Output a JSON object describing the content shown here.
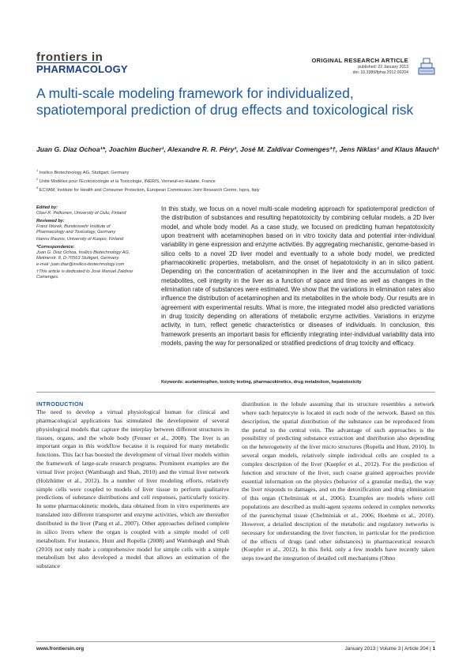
{
  "journal": {
    "logo_top": "frontiers in",
    "logo_bottom": "PHARMACOLOGY"
  },
  "article_meta": {
    "type": "ORIGINAL RESEARCH ARTICLE",
    "published": "published: 22 January 2013",
    "doi": "doi: 10.3389/fphar.2012.00204"
  },
  "title": "A multi-scale modeling framework for individualized, spatiotemporal prediction of drug effects and toxicological risk",
  "authors": "Juan G. Diaz Ochoa¹*, Joachim Bucher¹, Alexandre R. R. Péry², José M. Zaldivar Comenges³†, Jens Niklas¹ and Klaus Mauch¹",
  "affiliations": [
    {
      "n": "1",
      "text": "Insilico Biotechnology AG, Stuttgart, Germany"
    },
    {
      "n": "2",
      "text": "Unité Modèles pour l'Ecotoxicologie et la Toxicologie, INERIS, Verneuil-en-Halatte, France"
    },
    {
      "n": "3",
      "text": "ECVAM, Institute for Health and Consumer Protection, European Commission Joint Research Centre, Ispra, Italy"
    }
  ],
  "sidebar": {
    "edited_by_label": "Edited by:",
    "edited_by": "Olavi R. Pelkonen, University of Oulu, Finland",
    "reviewed_by_label": "Reviewed by:",
    "reviewer1": "Franz Worek, Bundeswehr Institute of Pharmacology and Toxicology, Germany",
    "reviewer2": "Hannu Raunio, University of Kuopio, Finland",
    "correspondence_label": "*Correspondence:",
    "correspondence": "Juan G. Diaz Ochoa, Insilico Biotechnology AG, Meitnerstr. 8, D-70563 Stuttgart, Germany.",
    "email": "e-mail: juan.diaz@insilico-biotechnology.com",
    "dedication": "†This article is dedicated to José Manuel Zaldivar Comenges."
  },
  "abstract": "In this study, we focus on a novel multi-scale modeling approach for spatiotemporal prediction of the distribution of substances and resulting hepatotoxicity by combining cellular models, a 2D liver model, and whole body model. As a case study, we focused on predicting human hepatotoxicity upon treatment with acetaminophen based on in vitro toxicity data and potential inter-individual variability in gene expression and enzyme activities. By aggregating mechanistic, genome-based in silico cells to a novel 2D liver model and eventually to a whole body model, we predicted pharmacokinetic properties, metabolism, and the onset of hepatotoxicity in an in silico patient. Depending on the concentration of acetaminophen in the liver and the accumulation of toxic metabolites, cell integrity in the liver as a function of space and time as well as changes in the elimination rate of substances were estimated. We show that the variations in elimination rates also influence the distribution of acetaminophen and its metabolites in the whole body. Our results are in agreement with experimental results. What is more, the integrated model also predicted variations in drug toxicity depending on alterations of metabolic enzyme activities. Variations in enzyme activity, in turn, reflect genetic characteristics or diseases of individuals. In conclusion, this framework presents an important basis for efficiently integrating inter-individual variability data into models, paving the way for personalized or stratified predictions of drug toxicity and efficacy.",
  "keywords_label": "Keywords:",
  "keywords": "acetaminophen, toxicity testing, pharmacokinetics, drug metabolism, hepatotoxicity",
  "section_title": "INTRODUCTION",
  "intro_col1": "The need to develop a virtual physiological human for clinical and pharmacological applications has stimulated the development of several physiological models that capture the interplay between different structures in tissues, organs, and the whole body (Fenner et al., 2008). The liver is an important organ in this workflow because it is required for many metabolic functions. This fact has boosted the development of virtual liver models within the framework of large-scale research programs. Prominent examples are the virtual liver project (Wambaugh and Shah, 2010) and the virtual liver network (Holzhütter et al., 2012). In a number of liver modeling efforts, relatively simple cells were coupled to models of liver tissue to perform qualitative predictions of substance distributions and cell responses, particularly toxicity. In some pharmacokinetic models, data obtained from in vitro experiments are translated into different transporter and enzyme activities, which are thereafter distributed in the liver (Pang et al., 2007). Other approaches defined complete in silico livers where the organ is coupled with a simple model of cell metabolism. For instance, Hunt and Ropella (2008) and Wambaugh and Shah (2010) not only made a comprehensive model for simple cells with a simple metabolism but also developed a model that allows an estimation of the substance",
  "intro_col2": "distribution in the lobule assuming that its structure resembles a network where each hepatocyte is located in each node of the network. Based on this description, the spatial distribution of the substance can be reproduced from the portal to the central vein. The advantage of such approaches is the possibility of predicting substance extraction and distribution also depending on the heterogeneity of the liver micro structures (Ropella and Hunt, 2010). In several organ models, relatively simple individual cells are coupled to a complex description of the liver (Kuepfer et al., 2012). For the prediction of function and structure of the liver, such coarse grained approaches provide essential information on the physics (behavior of a granular media), the way the liver responds to damages, and on the detoxification and drug elimination of this organ (Chelminiak et al., 2006). Examples are models where cell populations are described as multi-agent systems ordered in complex networks of the parenchymal tissue (Chelminiak et al., 2006; Hoehme et al., 2010). However, a detailed description of the metabolic and regulatory networks is necessary for understanding the liver function, in particular for the prediction of the effects of drugs (and other substances) in pharmaceutical research (Kuepfer et al., 2012). In this field, only a few models have recently taken steps toward the integration of detailed cell mechanisms (Ohno",
  "footer": {
    "website": "www.frontiersin.org",
    "issue": "January 2013 | Volume 3 | Article 204 |",
    "page": "1"
  }
}
